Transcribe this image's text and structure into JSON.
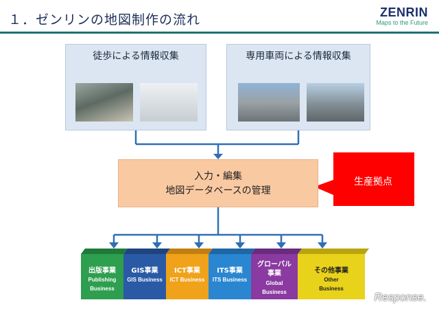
{
  "header": {
    "title": "１．ゼンリンの地図制作の流れ",
    "logo_name": "ZENRIN",
    "logo_tagline": "Maps to the Future"
  },
  "sources": [
    {
      "label": "徒歩による情報収集"
    },
    {
      "label": "専用車両による情報収集"
    }
  ],
  "management": {
    "line1": "入力・編集",
    "line2": "地図データベースの管理"
  },
  "callout": {
    "label": "生産拠点",
    "color": "#ff0000"
  },
  "businesses": [
    {
      "jp": "出版事業",
      "en1": "Publishing",
      "en2": "Business",
      "color": "#2e9e4f"
    },
    {
      "jp": "GIS事業",
      "en1": "GIS Business",
      "en2": "",
      "color": "#2a5aa6"
    },
    {
      "jp": "ICT事業",
      "en1": "ICT Business",
      "en2": "",
      "color": "#f0a21a"
    },
    {
      "jp": "ITS事業",
      "en1": "ITS Business",
      "en2": "",
      "color": "#2a86d1"
    },
    {
      "jp": "グローバル事業",
      "en1": "Global",
      "en2": "Business",
      "color": "#8a3aa0"
    },
    {
      "jp": "その他事業",
      "en1": "Other",
      "en2": "Business",
      "color": "#e9d21a"
    }
  ],
  "colors": {
    "accent_rule": "#1f6f72",
    "connector": "#2f6fb6",
    "source_box": "#dce6f2",
    "management_box": "#f9c9a2"
  },
  "watermark": "Response."
}
